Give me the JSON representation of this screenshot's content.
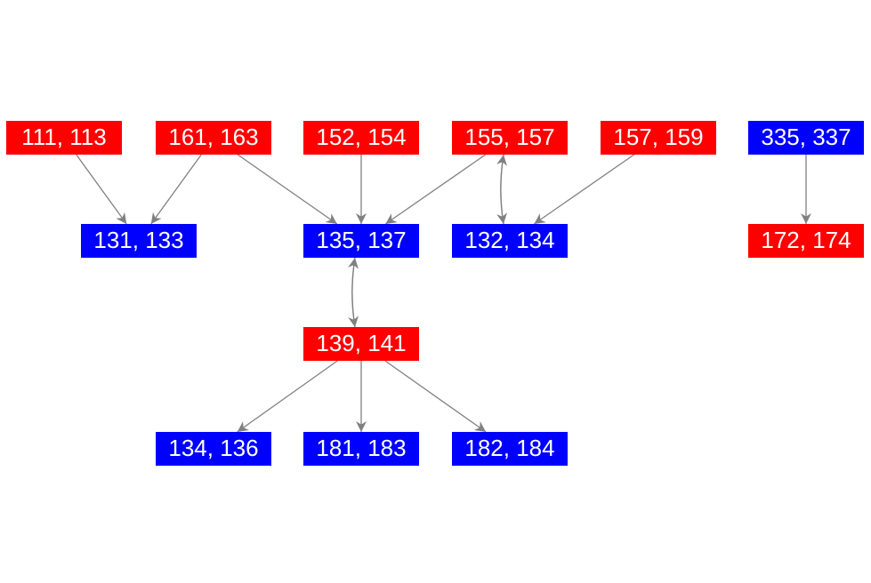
{
  "colors": {
    "red": "#ff0000",
    "blue": "#0000ff",
    "edge": "#808080",
    "text": "#ffffff",
    "background": "#ffffff"
  },
  "nodes": [
    {
      "id": "n111",
      "label": "111, 113",
      "color": "red"
    },
    {
      "id": "n161",
      "label": "161, 163",
      "color": "red"
    },
    {
      "id": "n152",
      "label": "152, 154",
      "color": "red"
    },
    {
      "id": "n155",
      "label": "155, 157",
      "color": "red"
    },
    {
      "id": "n157",
      "label": "157, 159",
      "color": "red"
    },
    {
      "id": "n335",
      "label": "335, 337",
      "color": "blue"
    },
    {
      "id": "n131",
      "label": "131, 133",
      "color": "blue"
    },
    {
      "id": "n135",
      "label": "135, 137",
      "color": "blue"
    },
    {
      "id": "n132",
      "label": "132, 134",
      "color": "blue"
    },
    {
      "id": "n172",
      "label": "172, 174",
      "color": "red"
    },
    {
      "id": "n139",
      "label": "139, 141",
      "color": "red"
    },
    {
      "id": "n134",
      "label": "134, 136",
      "color": "blue"
    },
    {
      "id": "n181",
      "label": "181, 183",
      "color": "blue"
    },
    {
      "id": "n182",
      "label": "182, 184",
      "color": "blue"
    }
  ],
  "edges": [
    {
      "from": "n111",
      "to": "n131"
    },
    {
      "from": "n161",
      "to": "n131"
    },
    {
      "from": "n161",
      "to": "n135"
    },
    {
      "from": "n152",
      "to": "n135"
    },
    {
      "from": "n155",
      "to": "n135"
    },
    {
      "from": "n155",
      "to": "n132"
    },
    {
      "from": "n132",
      "to": "n155"
    },
    {
      "from": "n157",
      "to": "n132"
    },
    {
      "from": "n335",
      "to": "n172"
    },
    {
      "from": "n135",
      "to": "n139"
    },
    {
      "from": "n139",
      "to": "n135"
    },
    {
      "from": "n139",
      "to": "n134"
    },
    {
      "from": "n139",
      "to": "n181"
    },
    {
      "from": "n139",
      "to": "n182"
    }
  ]
}
